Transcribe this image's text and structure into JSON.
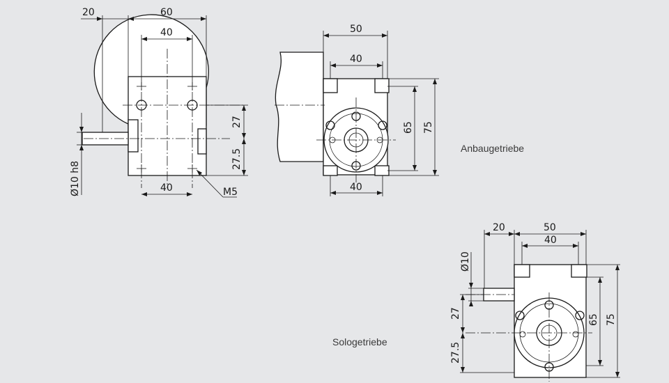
{
  "captions": {
    "anbau": "Anbaugetriebe",
    "solo": "Sologetriebe"
  },
  "front_view": {
    "dim_shaft": "20",
    "dim_width": "60",
    "dim_holes_top": "40",
    "dim_holes_bottom": "40",
    "dim_shaft_dia": "Ø10 h8",
    "dim_upper": "27",
    "dim_lower": "27.5",
    "thread": "M5"
  },
  "side_view": {
    "dim_width": "50",
    "dim_inner": "40",
    "dim_bottom": "40",
    "dim_holes": "65",
    "dim_height": "75"
  },
  "solo_view": {
    "dim_shaft": "20",
    "dim_width": "50",
    "dim_inner": "40",
    "dim_shaft_dia": "Ø10",
    "dim_upper": "27",
    "dim_lower": "27.5",
    "dim_holes": "65",
    "dim_height": "75"
  }
}
